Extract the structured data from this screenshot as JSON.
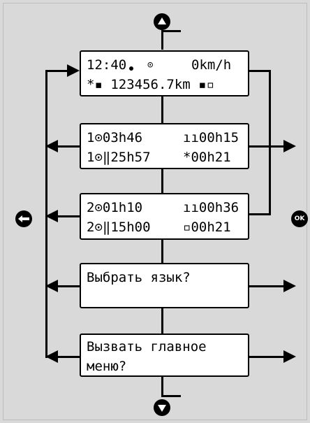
{
  "buttons": {
    "ok": "OK"
  },
  "screens": [
    {
      "time": "12:40",
      "clock_symbol": "⊙",
      "speed": "0km/h",
      "line2": "*▪ 123456.7km ▪▫"
    },
    {
      "row1_left": "1⊙03h46",
      "row1_right": "ıı00h15",
      "row2_left": "1⊙‖25h57",
      "row2_right": "*00h21"
    },
    {
      "row1_left": "2⊙01h10",
      "row1_right": "ıı00h36",
      "row2_left": "2⊙‖15h00",
      "row2_right": "▫00h21"
    },
    {
      "line1": "Выбрать язык?"
    },
    {
      "line1": "Вызвать главное",
      "line2": "меню?"
    }
  ]
}
